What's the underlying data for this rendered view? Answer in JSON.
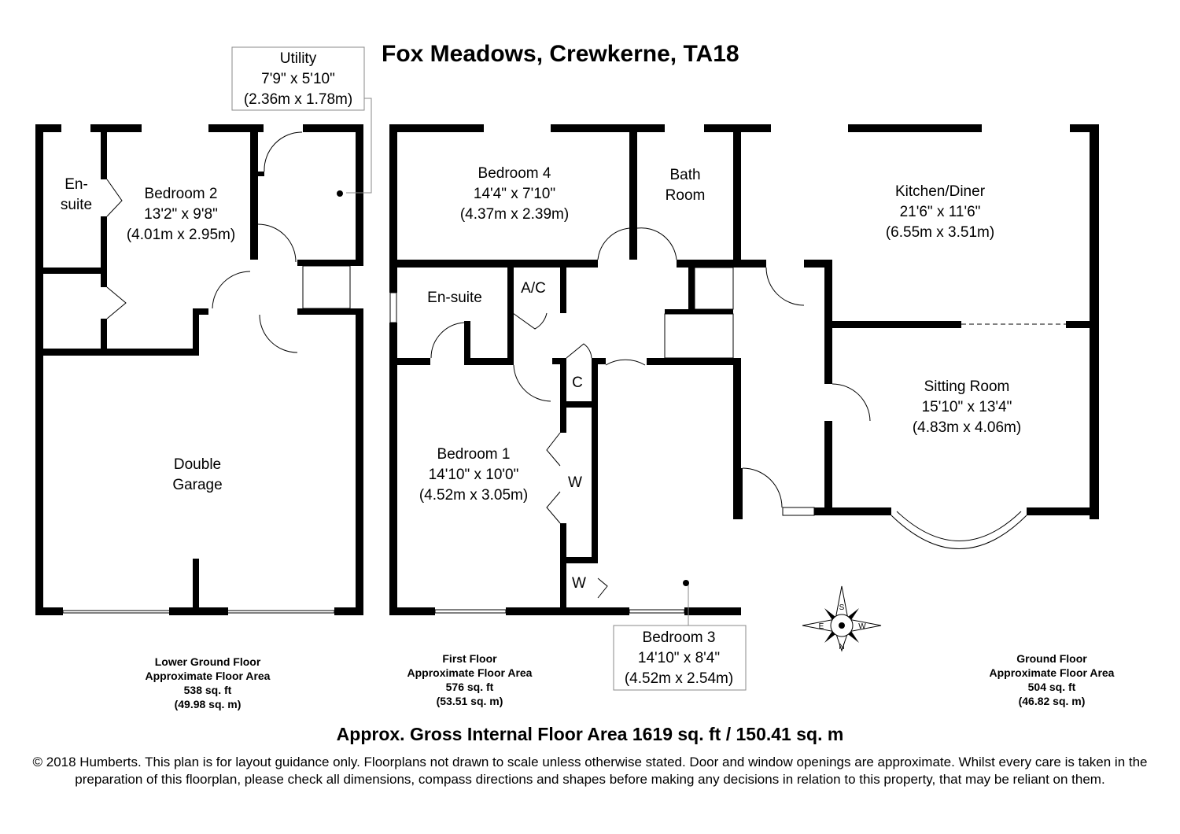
{
  "title": "Fox Meadows, Crewkerne, TA18",
  "rooms": {
    "utility": {
      "name": "Utility",
      "imperial": "7'9\" x 5'10\"",
      "metric": "(2.36m x 1.78m)"
    },
    "ensuite_lower": {
      "name1": "En-",
      "name2": "suite"
    },
    "bedroom2": {
      "name": "Bedroom 2",
      "imperial": "13'2\" x 9'8\"",
      "metric": "(4.01m x 2.95m)"
    },
    "garage": {
      "name1": "Double",
      "name2": "Garage"
    },
    "bedroom4": {
      "name": "Bedroom 4",
      "imperial": "14'4\" x 7'10\"",
      "metric": "(4.37m x 2.39m)"
    },
    "bathroom": {
      "name1": "Bath",
      "name2": "Room"
    },
    "ensuite_first": {
      "name": "En-suite"
    },
    "ac": {
      "name": "A/C"
    },
    "cupboard": {
      "name": "C"
    },
    "wardrobe1": {
      "name": "W"
    },
    "wardrobe2": {
      "name": "W"
    },
    "bedroom1": {
      "name": "Bedroom 1",
      "imperial": "14'10\" x 10'0\"",
      "metric": "(4.52m x 3.05m)"
    },
    "bedroom3": {
      "name": "Bedroom 3",
      "imperial": "14'10\" x 8'4\"",
      "metric": "(4.52m x 2.54m)"
    },
    "kitchen": {
      "name": "Kitchen/Diner",
      "imperial": "21'6\" x 11'6\"",
      "metric": "(6.55m x 3.51m)"
    },
    "sitting": {
      "name": "Sitting Room",
      "imperial": "15'10\" x 13'4\"",
      "metric": "(4.83m x 4.06m)"
    }
  },
  "floors": {
    "lower": {
      "name": "Lower Ground Floor",
      "label": "Approximate Floor Area",
      "sqft": "538 sq. ft",
      "sqm": "(49.98 sq. m)"
    },
    "first": {
      "name": "First Floor",
      "label": "Approximate Floor Area",
      "sqft": "576 sq. ft",
      "sqm": "(53.51 sq. m)"
    },
    "ground": {
      "name": "Ground Floor",
      "label": "Approximate Floor Area",
      "sqft": "504 sq. ft",
      "sqm": "(46.82 sq. m)"
    }
  },
  "compass": {
    "n": "N",
    "s": "S",
    "e": "E",
    "w": "W"
  },
  "gross_area": "Approx. Gross Internal Floor Area 1619 sq. ft / 150.41 sq. m",
  "disclaimer": "© 2018 Humberts. This plan is for layout guidance only. Floorplans not drawn to scale unless otherwise stated. Door and window openings are approximate. Whilst every care is taken in the preparation of this floorplan, please check all dimensions, compass directions and shapes before making any decisions in relation to this property, that may be reliant on them."
}
